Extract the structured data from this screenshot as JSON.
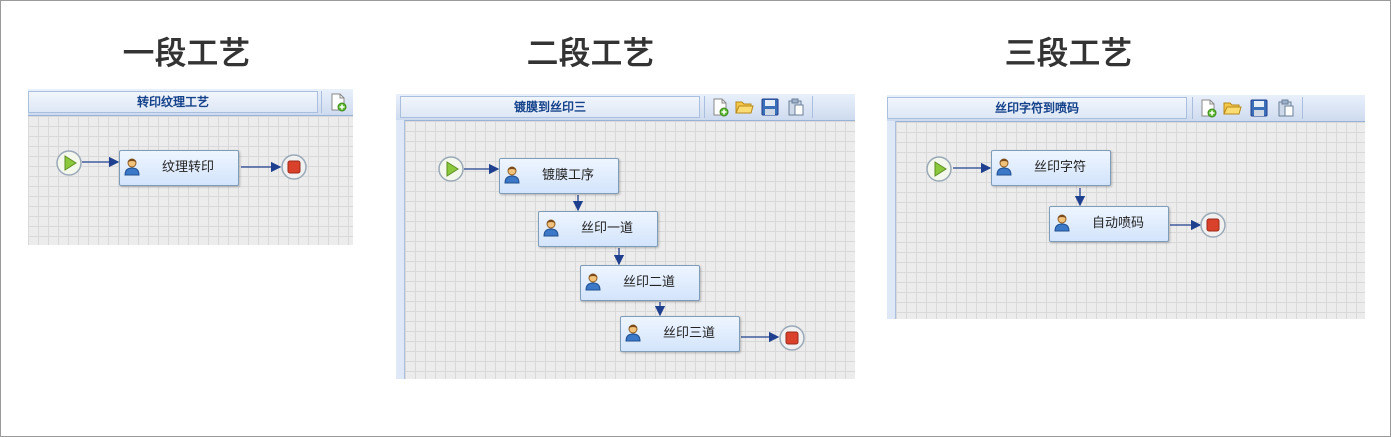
{
  "stages": [
    {
      "heading": "一段工艺",
      "flow_title": "转印纹理工艺",
      "toolbar": [
        "new-icon"
      ],
      "nodes": [
        {
          "label": "纹理转印"
        }
      ]
    },
    {
      "heading": "二段工艺",
      "flow_title": "镀膜到丝印三",
      "toolbar": [
        "new-icon",
        "open-folder-icon",
        "save-icon",
        "paste-icon"
      ],
      "nodes": [
        {
          "label": "镀膜工序"
        },
        {
          "label": "丝印一道"
        },
        {
          "label": "丝印二道"
        },
        {
          "label": "丝印三道"
        }
      ]
    },
    {
      "heading": "三段工艺",
      "flow_title": "丝印字符到喷码",
      "toolbar": [
        "new-icon",
        "open-folder-icon",
        "save-icon",
        "paste-icon"
      ],
      "nodes": [
        {
          "label": "丝印字符"
        },
        {
          "label": "自动喷码"
        }
      ]
    }
  ],
  "colors": {
    "connector": "#1f3f8f",
    "start_event": "#8cc83c",
    "end_event": "#d9412b",
    "node_fill": "#dbe8fb",
    "toolbar_text": "#15428b"
  }
}
